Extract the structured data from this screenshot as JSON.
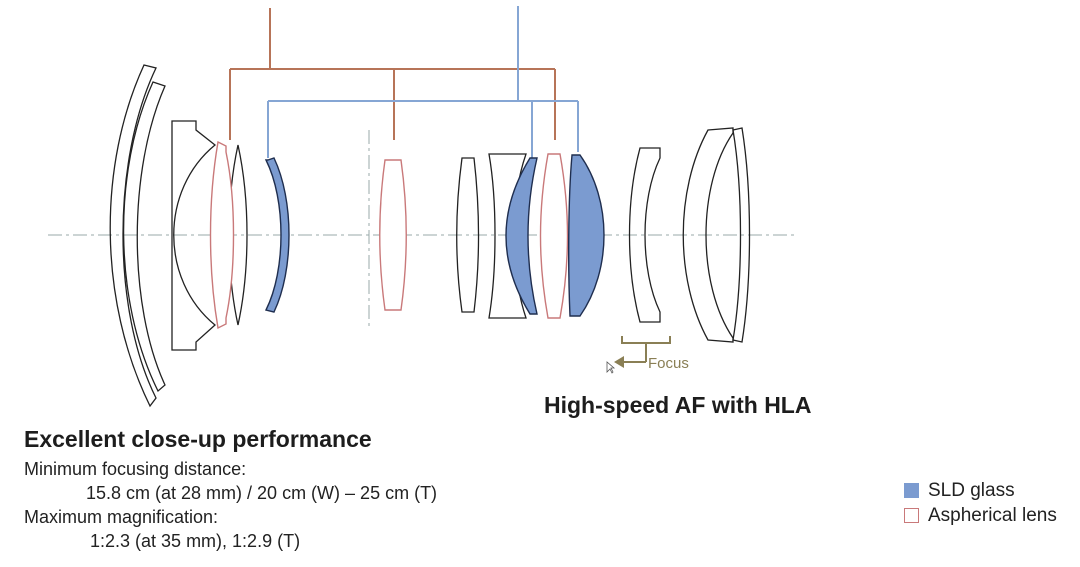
{
  "diagram": {
    "focus_label": "Focus",
    "colors": {
      "sld_fill": "#7b9bd0",
      "aspherical_stroke": "#c9797a",
      "hla_line": "#86a6d4",
      "closeup_line": "#b77458",
      "focus": "#8a7f55"
    }
  },
  "hla": {
    "title": "High-speed AF with HLA"
  },
  "closeup": {
    "title": "Excellent close-up performance",
    "min_focus_label": "Minimum focusing distance:",
    "min_focus_value": "15.8 cm (at 28 mm) / 20 cm (W) – 25 cm (T)",
    "max_mag_label": "Maximum magnification:",
    "max_mag_value": "1:2.3 (at 35 mm), 1:2.9 (T)"
  },
  "legend": {
    "items": [
      {
        "label": "SLD glass",
        "color": "#7b9bd0"
      },
      {
        "label": "Aspherical lens",
        "color": "#c9797a"
      }
    ]
  }
}
